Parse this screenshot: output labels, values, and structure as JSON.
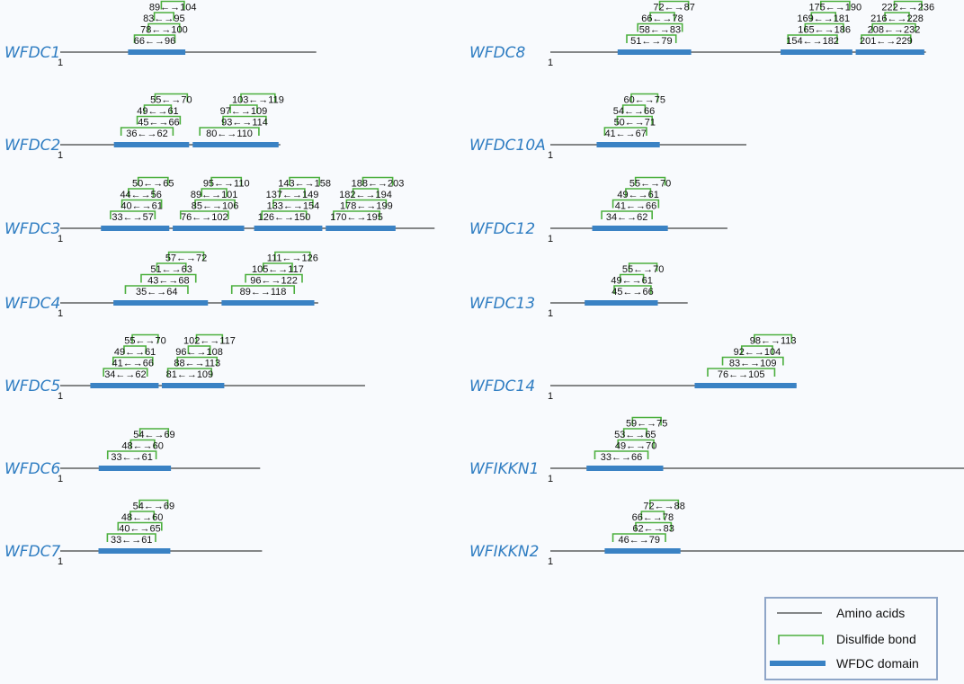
{
  "colors": {
    "domain": "#3a82c4",
    "bond": "#4caf3e",
    "line": "#111111",
    "gene_name": "#2f7dc2",
    "legend_border": "#8fa6c8"
  },
  "legend": {
    "amino": "Amino acids",
    "bond": "Disulfide bond",
    "domain": "WFDC domain"
  },
  "genes": [
    {
      "name": "WFDC1",
      "col": 0,
      "row": 0,
      "length": 220,
      "domains": [
        [
          59,
          108
        ]
      ],
      "bonds": [
        [
          89,
          104
        ],
        [
          83,
          95
        ],
        [
          78,
          100
        ],
        [
          66,
          96
        ]
      ]
    },
    {
      "name": "WFDC2",
      "col": 0,
      "row": 1,
      "length": 124,
      "domains": [
        [
          31,
          73
        ],
        [
          74,
          123
        ]
      ],
      "bonds": [
        [
          55,
          70
        ],
        [
          49,
          61
        ],
        [
          45,
          66
        ],
        [
          36,
          62
        ],
        [
          103,
          119
        ],
        [
          97,
          109
        ],
        [
          93,
          114
        ],
        [
          80,
          110
        ]
      ]
    },
    {
      "name": "WFDC3",
      "col": 0,
      "row": 2,
      "length": 231,
      "domains": [
        [
          26,
          68
        ],
        [
          69,
          114
        ],
        [
          119,
          162
        ],
        [
          163,
          207
        ]
      ],
      "bonds": [
        [
          50,
          65
        ],
        [
          44,
          56
        ],
        [
          40,
          61
        ],
        [
          33,
          57
        ],
        [
          95,
          110
        ],
        [
          89,
          101
        ],
        [
          85,
          106
        ],
        [
          76,
          102
        ],
        [
          143,
          158
        ],
        [
          137,
          149
        ],
        [
          133,
          154
        ],
        [
          126,
          150
        ],
        [
          188,
          203
        ],
        [
          182,
          194
        ],
        [
          178,
          199
        ],
        [
          170,
          195
        ]
      ]
    },
    {
      "name": "WFDC4",
      "col": 0,
      "row": 3,
      "length": 132,
      "domains": [
        [
          28,
          76
        ],
        [
          82,
          130
        ]
      ],
      "bonds": [
        [
          57,
          72
        ],
        [
          51,
          63
        ],
        [
          43,
          68
        ],
        [
          35,
          64
        ],
        [
          111,
          126
        ],
        [
          105,
          117
        ],
        [
          96,
          122
        ],
        [
          89,
          118
        ]
      ]
    },
    {
      "name": "WFDC5",
      "col": 0,
      "row": 4,
      "length": 224,
      "domains": [
        [
          23,
          73
        ],
        [
          74,
          121
        ]
      ],
      "bonds": [
        [
          55,
          70
        ],
        [
          49,
          61
        ],
        [
          41,
          66
        ],
        [
          34,
          62
        ],
        [
          102,
          117
        ],
        [
          96,
          108
        ],
        [
          88,
          113
        ],
        [
          81,
          109
        ]
      ]
    },
    {
      "name": "WFDC6",
      "col": 0,
      "row": 5,
      "length": 131,
      "domains": [
        [
          26,
          73
        ]
      ],
      "bonds": [
        [
          54,
          69
        ],
        [
          48,
          60
        ],
        [
          33,
          61
        ]
      ]
    },
    {
      "name": "WFDC7",
      "col": 0,
      "row": 6,
      "length": 133,
      "domains": [
        [
          26,
          73
        ]
      ],
      "bonds": [
        [
          54,
          69
        ],
        [
          48,
          60
        ],
        [
          40,
          65
        ],
        [
          33,
          61
        ]
      ]
    },
    {
      "name": "WFDC8",
      "col": 1,
      "row": 0,
      "length": 241,
      "domains": [
        [
          44,
          91
        ],
        [
          147,
          194
        ],
        [
          195,
          240
        ]
      ],
      "bonds": [
        [
          72,
          87
        ],
        [
          66,
          78
        ],
        [
          58,
          83
        ],
        [
          51,
          79
        ],
        [
          175,
          190
        ],
        [
          169,
          181
        ],
        [
          165,
          186
        ],
        [
          154,
          182
        ],
        [
          222,
          236
        ],
        [
          216,
          228
        ],
        [
          208,
          232
        ],
        [
          201,
          229
        ]
      ]
    },
    {
      "name": "WFDC10A",
      "col": 1,
      "row": 1,
      "length": null,
      "domains": [
        [
          34,
          79
        ]
      ],
      "bonds": [
        [
          60,
          75
        ],
        [
          54,
          66
        ],
        [
          50,
          71
        ],
        [
          41,
          67
        ]
      ]
    },
    {
      "name": "WFDC12",
      "col": 1,
      "row": 2,
      "length": 111,
      "domains": [
        [
          27,
          74
        ]
      ],
      "bonds": [
        [
          55,
          70
        ],
        [
          49,
          61
        ],
        [
          41,
          66
        ],
        [
          34,
          62
        ]
      ]
    },
    {
      "name": "WFDC13",
      "col": 1,
      "row": 3,
      "length": 93,
      "domains": [
        [
          24,
          73
        ]
      ],
      "bonds": [
        [
          55,
          70
        ],
        [
          49,
          61
        ],
        [
          45,
          66
        ]
      ]
    },
    {
      "name": "WFDC14",
      "col": 1,
      "row": 4,
      "length": 117,
      "domains": [
        [
          69,
          117
        ]
      ],
      "bonds": [
        [
          98,
          113
        ],
        [
          92,
          104
        ],
        [
          83,
          109
        ],
        [
          76,
          105
        ]
      ]
    },
    {
      "name": "WFIKKN1",
      "col": 1,
      "row": 5,
      "length": 548,
      "domains": [
        [
          26,
          79
        ]
      ],
      "bonds": [
        [
          59,
          75
        ],
        [
          53,
          65
        ],
        [
          49,
          70
        ],
        [
          33,
          66
        ]
      ]
    },
    {
      "name": "WFIKKN2",
      "col": 1,
      "row": 6,
      "length": 576,
      "domains": [
        [
          39,
          92
        ]
      ],
      "bonds": [
        [
          72,
          88
        ],
        [
          66,
          78
        ],
        [
          62,
          83
        ],
        [
          46,
          79
        ]
      ]
    }
  ]
}
